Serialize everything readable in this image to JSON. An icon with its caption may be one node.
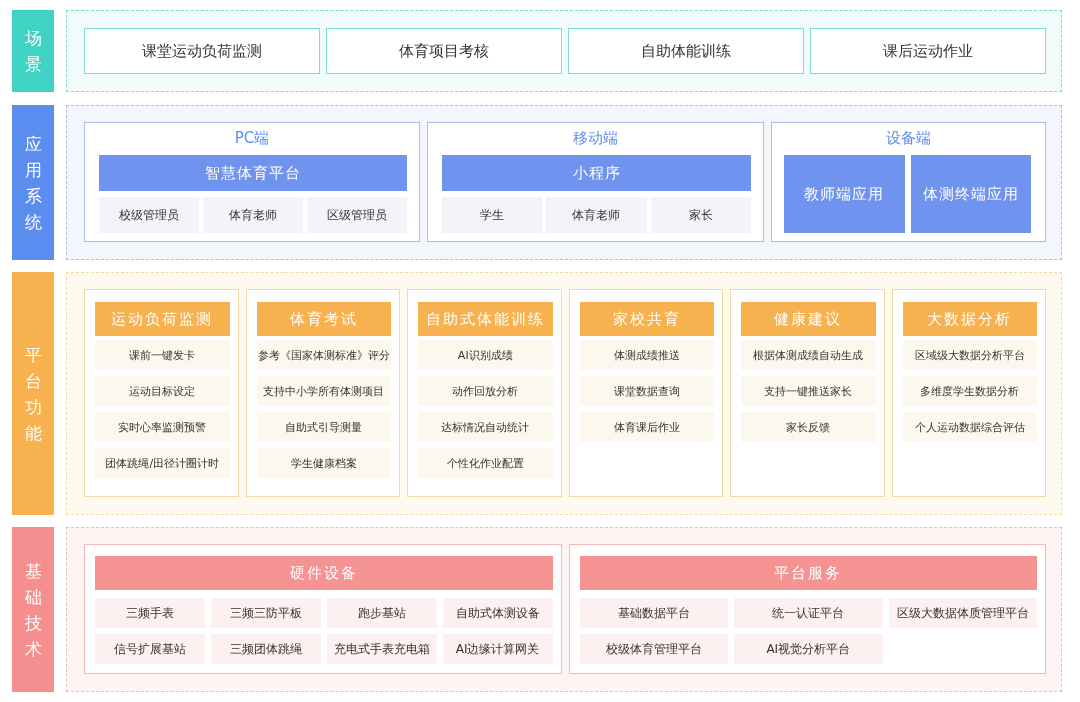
{
  "diagram": {
    "nodes": [
      {
        "text": [
          "场景"
        ]
      },
      {
        "text": [
          "课堂运动负荷监测"
        ],
        "in": 0
      },
      {
        "text": [
          "体育项目考核"
        ],
        "in": 0
      },
      {
        "text": [
          "自助体能训练"
        ],
        "in": 0
      },
      {
        "text": [
          "课后运动作业"
        ],
        "in": 0
      },
      {
        "text": [
          "应用系统"
        ]
      },
      {
        "text": [
          "PC端"
        ],
        "in": 5
      },
      {
        "text": [
          "智慧体育平台"
        ],
        "in": 6
      },
      {
        "text": [
          "校级管理员"
        ],
        "in": 6
      },
      {
        "text": [
          "体育老师"
        ],
        "in": 6
      },
      {
        "text": [
          "区级管理员"
        ],
        "in": 6
      },
      {
        "text": [
          "移动端"
        ],
        "in": 5
      },
      {
        "text": [
          "小程序"
        ],
        "in": 11
      },
      {
        "text": [
          "学生"
        ],
        "in": 11
      },
      {
        "text": [
          "体育老师"
        ],
        "in": 11
      },
      {
        "text": [
          "家长"
        ],
        "in": 11
      },
      {
        "text": [
          "设备端"
        ],
        "in": 5
      },
      {
        "text": [
          "教师端应用"
        ],
        "in": 16
      },
      {
        "text": [
          "体测终端应用"
        ],
        "in": 16
      },
      {
        "text": [
          "平台功能"
        ]
      },
      {
        "text": [
          "运动负荷监测"
        ],
        "in": 19
      },
      {
        "text": [
          "课前一键发卡"
        ],
        "in": 20
      },
      {
        "text": [
          "运动目标设定"
        ],
        "in": 20
      },
      {
        "text": [
          "实时心率监测预警"
        ],
        "in": 20
      },
      {
        "text": [
          "团体跳绳/田径计圈计时"
        ],
        "in": 20
      },
      {
        "text": [
          "体育考试"
        ],
        "in": 19
      },
      {
        "text": [
          "参考《国家体测标准》评分"
        ],
        "in": 25
      },
      {
        "text": [
          "支持中小学所有体测项目"
        ],
        "in": 25
      },
      {
        "text": [
          "自助式引导测量"
        ],
        "in": 25
      },
      {
        "text": [
          "学生健康档案"
        ],
        "in": 25
      },
      {
        "text": [
          "自助式体能训练"
        ],
        "in": 19
      },
      {
        "text": [
          "AI识别成绩"
        ],
        "in": 30
      },
      {
        "text": [
          "动作回放分析"
        ],
        "in": 30
      },
      {
        "text": [
          "达标情况自动统计"
        ],
        "in": 30
      },
      {
        "text": [
          "个性化作业配置"
        ],
        "in": 30
      },
      {
        "text": [
          "家校共育"
        ],
        "in": 19
      },
      {
        "text": [
          "体测成绩推送"
        ],
        "in": 35
      },
      {
        "text": [
          "课堂数据查询"
        ],
        "in": 35
      },
      {
        "text": [
          "体育课后作业"
        ],
        "in": 35
      },
      {
        "text": [
          "健康建议"
        ],
        "in": 19
      },
      {
        "text": [
          "根据体测成绩自动生成"
        ],
        "in": 39
      },
      {
        "text": [
          "支持一键推送家长"
        ],
        "in": 39
      },
      {
        "text": [
          "家长反馈"
        ],
        "in": 39
      },
      {
        "text": [
          "大数据分析"
        ],
        "in": 19
      },
      {
        "text": [
          "区域级大数据分析平台"
        ],
        "in": 43
      },
      {
        "text": [
          "多维度学生数据分析"
        ],
        "in": 43
      },
      {
        "text": [
          "个人运动数据综合评估"
        ],
        "in": 43
      },
      {
        "text": [
          "基础技术"
        ]
      },
      {
        "text": [
          "硬件设备"
        ],
        "in": 47
      },
      {
        "text": [
          "三频手表"
        ],
        "in": 48
      },
      {
        "text": [
          "三频三防平板"
        ],
        "in": 48
      },
      {
        "text": [
          "跑步基站"
        ],
        "in": 48
      },
      {
        "text": [
          "自助式体测设备"
        ],
        "in": 48
      },
      {
        "text": [
          "信号扩展基站"
        ],
        "in": 48
      },
      {
        "text": [
          "三频团体跳绳"
        ],
        "in": 48
      },
      {
        "text": [
          "充电式手表充电箱"
        ],
        "in": 48
      },
      {
        "text": [
          "AI边缘计算网关"
        ],
        "in": 48
      },
      {
        "text": [
          "平台服务"
        ],
        "in": 47
      },
      {
        "text": [
          "基础数据平台"
        ],
        "in": 57
      },
      {
        "text": [
          "统一认证平台"
        ],
        "in": 57
      },
      {
        "text": [
          "区级大数据体质管理平台"
        ],
        "in": 57
      },
      {
        "text": [
          "校级体育管理平台"
        ],
        "in": 57
      },
      {
        "text": [
          "AI视觉分析平台"
        ],
        "in": 57
      }
    ]
  }
}
